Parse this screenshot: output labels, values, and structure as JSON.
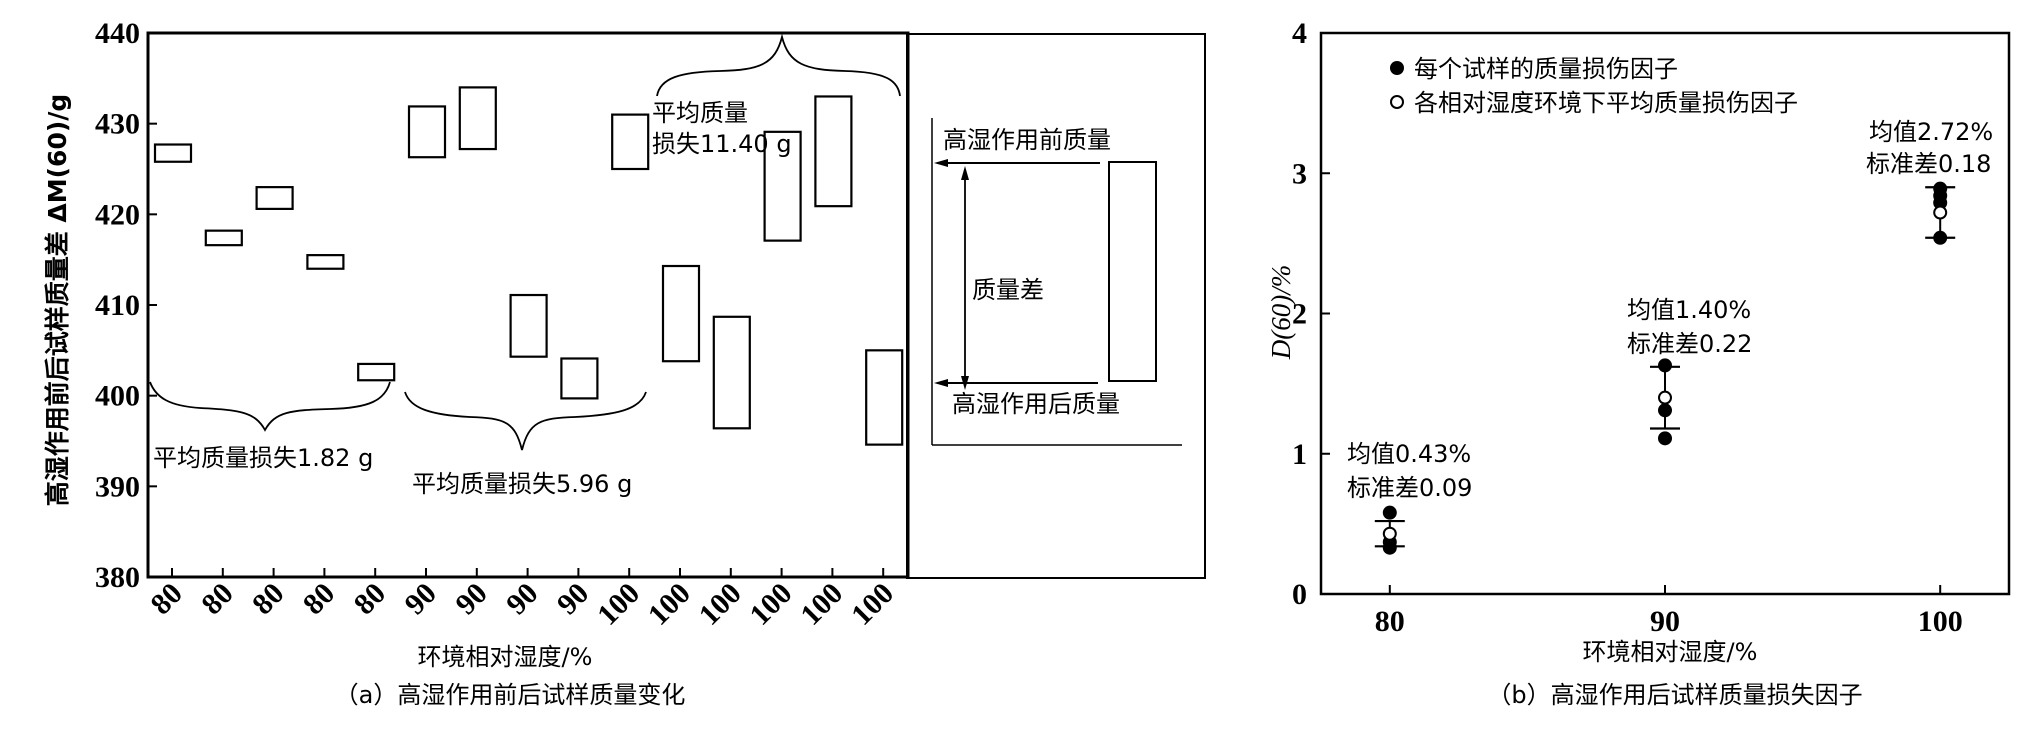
{
  "chart_data": [
    {
      "id": "a",
      "type": "floating-bar",
      "title": "（a）高湿作用前后试样质量变化",
      "xlabel": "环境相对湿度/%",
      "ylabel": "高湿作用前后试样质量差 ΔM(60)/g",
      "ylabel_parts": {
        "text": "高湿作用前后试样质量差 ",
        "delta": "Δ",
        "symbol": "M",
        "sub": "(60)",
        "unit": "/g"
      },
      "ylim": [
        380,
        440
      ],
      "yticks": [
        380,
        390,
        400,
        410,
        420,
        430,
        440
      ],
      "ytick_labels": [
        "380",
        "390",
        "400",
        "410",
        "420",
        "430",
        "440"
      ],
      "categories": [
        "80",
        "80",
        "80",
        "80",
        "80",
        "90",
        "90",
        "90",
        "90",
        "100",
        "100",
        "100",
        "100",
        "100",
        "100"
      ],
      "series": [
        {
          "name": "高湿作用前质量",
          "values": [
            427.7,
            418.2,
            423.0,
            415.5,
            403.5,
            431.9,
            434.0,
            411.1,
            404.1,
            431.0,
            414.3,
            408.7,
            429.1,
            433.0,
            405.0
          ]
        },
        {
          "name": "高湿作用后质量",
          "values": [
            425.8,
            416.6,
            420.6,
            414.0,
            401.7,
            426.3,
            427.2,
            404.3,
            399.7,
            425.0,
            403.8,
            396.4,
            417.1,
            420.9,
            394.6
          ]
        }
      ],
      "annotations": [
        {
          "group": "80",
          "text": "平均质量损失1.82 g"
        },
        {
          "group": "90",
          "text": "平均质量损失5.96 g"
        },
        {
          "group": "100",
          "text_line1": "平均质量",
          "text_line2": "损失11.40 g"
        }
      ],
      "legend_panel": {
        "before_label": "高湿作用前质量",
        "diff_label": "质量差",
        "after_label": "高湿作用后质量"
      },
      "grid": false
    },
    {
      "id": "b",
      "type": "scatter",
      "title": "（b）高湿作用后试样质量损失因子",
      "xlabel": "环境相对湿度/%",
      "ylabel": "D(60)/%",
      "ylabel_parts": {
        "symbol": "D",
        "sub": "(60)",
        "unit": "/%"
      },
      "xlim": [
        77.5,
        102.5
      ],
      "ylim": [
        0,
        4
      ],
      "xticks": [
        80,
        90,
        100
      ],
      "xtick_labels": [
        "80",
        "90",
        "100"
      ],
      "yticks": [
        0,
        1,
        2,
        3,
        4
      ],
      "ytick_labels": [
        "0",
        "1",
        "2",
        "3",
        "4"
      ],
      "legend": {
        "position": "top-left",
        "items": [
          {
            "marker": "filled-circle",
            "label": "每个试样的质量损伤因子"
          },
          {
            "marker": "open-circle",
            "label": "各相对湿度环境下平均质量损伤因子"
          }
        ]
      },
      "series": [
        {
          "name": "每个试样的质量损伤因子",
          "marker": "filled-circle",
          "points": [
            {
              "x": 80,
              "y": 0.58
            },
            {
              "x": 80,
              "y": 0.37
            },
            {
              "x": 80,
              "y": 0.33
            },
            {
              "x": 90,
              "y": 1.63
            },
            {
              "x": 90,
              "y": 1.31
            },
            {
              "x": 90,
              "y": 1.11
            },
            {
              "x": 100,
              "y": 2.89
            },
            {
              "x": 100,
              "y": 2.84
            },
            {
              "x": 100,
              "y": 2.79
            },
            {
              "x": 100,
              "y": 2.54
            }
          ]
        },
        {
          "name": "各相对湿度环境下平均质量损伤因子",
          "marker": "open-circle",
          "points": [
            {
              "x": 80,
              "y": 0.43,
              "std": 0.09
            },
            {
              "x": 90,
              "y": 1.4,
              "std": 0.22
            },
            {
              "x": 100,
              "y": 2.72,
              "std": 0.18
            }
          ]
        }
      ],
      "annotations": [
        {
          "x": 80,
          "mean_label": "均值0.43%",
          "std_label": "标准差0.09"
        },
        {
          "x": 90,
          "mean_label": "均值1.40%",
          "std_label": "标准差0.22"
        },
        {
          "x": 100,
          "mean_label": "均值2.72%",
          "std_label": "标准差0.18"
        }
      ],
      "grid": false
    }
  ]
}
